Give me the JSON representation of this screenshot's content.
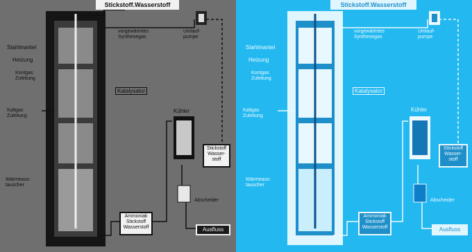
{
  "top_label": "Stickstoff.Wasserstoff",
  "labels": {
    "stahlmantel": "Stahlmantel",
    "heizung": "Heizung",
    "kontgas_zuleitung": [
      "Kontgas",
      "Zuleitung"
    ],
    "vorgewaermtes": [
      "vorgewärmtes",
      "Synthesegas"
    ],
    "umlaufpumpe": [
      "Umlauf-",
      "pumpe"
    ],
    "katalysator": "Katalysator",
    "kaltgas_zuleitung": [
      "Kaltgas",
      "Zuleitung"
    ],
    "kuehler": "Kühler",
    "waermeaustauscher": [
      "Wärmeaus-",
      "tauscher"
    ],
    "abscheider": "Abscheider",
    "stickstoff_wasserstoff_box": [
      "Stickstoff",
      "Wasser-",
      "stoff"
    ],
    "ammoniak_box": [
      "Ammoniak",
      "Stickstoff",
      "Wasserstoff"
    ],
    "ausfluss": "Ausfluss"
  },
  "colors": {
    "left_bg": "#6f6f6f",
    "left_ink": "#101010",
    "left_label_box_bg": "#f2f2f2",
    "right_bg": "#23b9f0",
    "right_ink": "#eef9ff",
    "right_box_bg": "#dff6ff"
  }
}
